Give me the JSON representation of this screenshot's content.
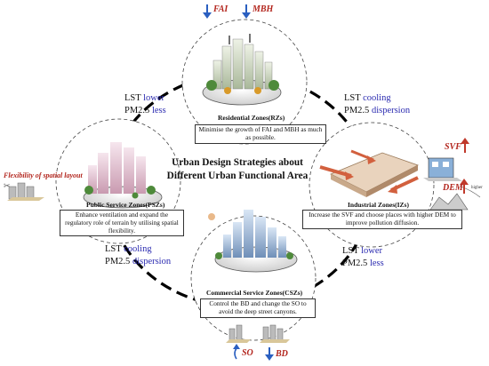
{
  "center_title": {
    "line1": "Urban Design Strategies about",
    "line2": "Different Urban Functional Area"
  },
  "zones": {
    "residential": {
      "title": "Residential Zones(RZs)",
      "description": "Minimise the growth of FAI and MBH as much as possible."
    },
    "industrial": {
      "title": "Industrial Zones(IZs)",
      "description": "Increase the SVF and choose places with higher DEM to improve pollution diffusion."
    },
    "commercial": {
      "title": "Commercial Service Zones(CSZs)",
      "description": "Control the BD and change the SO to avoid the deep street canyons."
    },
    "public": {
      "title": "Public Service Zones(PSZs)",
      "description": "Enhance ventilation and expand the regulatory role of terrain by utilising spatial flexibility."
    }
  },
  "effects": {
    "top_left": {
      "lst_prefix": "LST",
      "lst_value": "lower",
      "pm_prefix": "PM2.5",
      "pm_value": "less"
    },
    "top_right": {
      "lst_prefix": "LST",
      "lst_value": "cooling",
      "pm_prefix": "PM2.5",
      "pm_value": "dispersion"
    },
    "bottom_left": {
      "lst_prefix": "LST",
      "lst_value": "cooling",
      "pm_prefix": "PM2.5",
      "pm_value": "dispersion"
    },
    "bottom_right": {
      "lst_prefix": "LST",
      "lst_value": "lower",
      "pm_prefix": "PM2.5",
      "pm_value": "less"
    }
  },
  "indicators": {
    "fai": "FAI",
    "mbh": "MBH",
    "svf": "SVF",
    "dem": "DEM",
    "higher": "higher",
    "so": "SO",
    "bd": "BD",
    "flexibility": "Flexibility of spatial layout"
  },
  "colors": {
    "highlight_text": "#2a2ab0",
    "indicator_label": "#b3261e",
    "arrow_down": "#2a5fc0",
    "arrow_up": "#c0392b",
    "ring": "#000000"
  }
}
